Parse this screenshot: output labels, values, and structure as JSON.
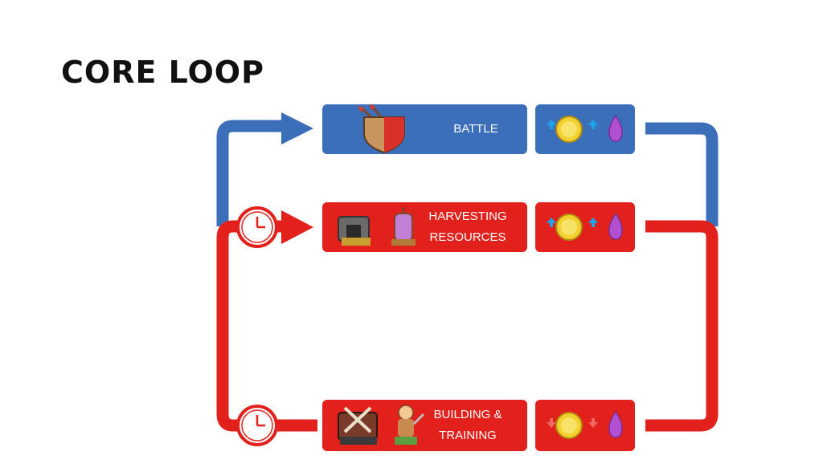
{
  "title": "CORE LOOP",
  "colors": {
    "blue": "#3c6fba",
    "red": "#e2201c",
    "gold": "#f2d12e",
    "elixir": "#b14fd1",
    "arrow_up": "#1fa3e8",
    "arrow_down": "#f0695c"
  },
  "steps": [
    {
      "label_lines": [
        "BATTLE"
      ],
      "color": "blue",
      "resource_trend": "up",
      "icons": [
        "shield-arrows-icon"
      ]
    },
    {
      "label_lines": [
        "HARVESTING",
        "RESOURCES"
      ],
      "color": "red",
      "resource_trend": "up",
      "icons": [
        "gold-mine-icon",
        "elixir-collector-icon"
      ]
    },
    {
      "label_lines": [
        "BUILDING &",
        "TRAINING"
      ],
      "color": "red",
      "resource_trend": "down",
      "icons": [
        "barracks-icon",
        "barbarian-icon"
      ]
    }
  ],
  "resources": [
    "gold-coin-icon",
    "elixir-drop-icon"
  ],
  "timers": [
    "clock-icon",
    "clock-icon"
  ]
}
